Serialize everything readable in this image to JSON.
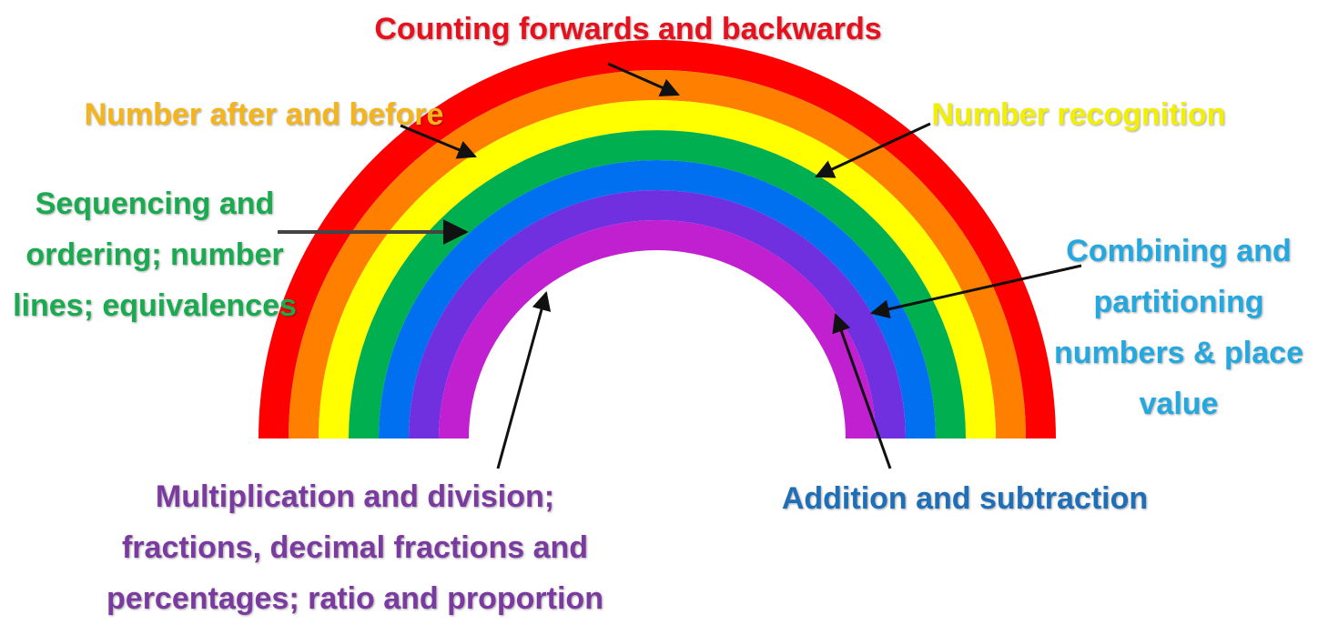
{
  "bands": [
    {
      "name": "Counting forwards and backwards",
      "color": "#ff0000"
    },
    {
      "name": "Number after and before",
      "color": "#ff8000"
    },
    {
      "name": "Number recognition",
      "color": "#ffff00"
    },
    {
      "name": "Sequencing and ordering; number lines; equivalences",
      "color": "#00b050"
    },
    {
      "name": "Combining and partitioning numbers & place value",
      "color": "#0070f0"
    },
    {
      "name": "Addition and subtraction",
      "color": "#7030e0"
    },
    {
      "name": "Multiplication and division; fractions, decimal fractions and percentages; ratio and proportion",
      "color": "#c020d0"
    }
  ],
  "labels": {
    "counting": {
      "lines": [
        "Counting forwards and backwards"
      ],
      "color": "#e8101c"
    },
    "after": {
      "lines": [
        "Number after and before"
      ],
      "color": "#f5b51a"
    },
    "recognition": {
      "lines": [
        "Number recognition"
      ],
      "color": "#f2f000"
    },
    "sequencing": {
      "lines": [
        "Sequencing and",
        "ordering; number",
        "lines; equivalences"
      ],
      "color": "#1aaa50"
    },
    "combining": {
      "lines": [
        "Combining and",
        "partitioning",
        "numbers & place",
        "value"
      ],
      "color": "#23a8e0"
    },
    "addition": {
      "lines": [
        "Addition and subtraction"
      ],
      "color": "#1f6fb8"
    },
    "multiplication": {
      "lines": [
        "Multiplication and division;",
        "fractions, decimal fractions and",
        "percentages; ratio and proportion"
      ],
      "color": "#7a3aa0"
    }
  },
  "arrow_color": "#111111"
}
